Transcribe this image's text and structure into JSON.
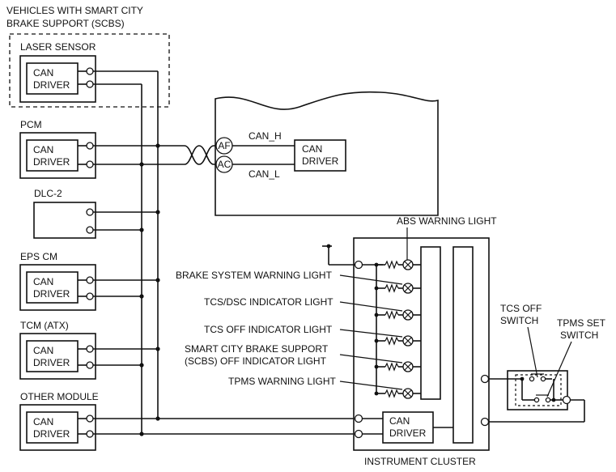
{
  "title": {
    "line1": "VEHICLES WITH SMART CITY",
    "line2": "BRAKE SUPPORT (SCBS)"
  },
  "modules": {
    "laser_sensor": {
      "title": "LASER SENSOR",
      "line1": "CAN",
      "line2": "DRIVER"
    },
    "pcm": {
      "title": "PCM",
      "line1": "CAN",
      "line2": "DRIVER"
    },
    "dlc2": {
      "title": "DLC-2"
    },
    "eps_cm": {
      "title": "EPS CM",
      "line1": "CAN",
      "line2": "DRIVER"
    },
    "tcm": {
      "title": "TCM (ATX)",
      "line1": "CAN",
      "line2": "DRIVER"
    },
    "other": {
      "title": "OTHER MODULE",
      "line1": "CAN",
      "line2": "DRIVER"
    }
  },
  "bus": {
    "can_h": "CAN_H",
    "can_l": "CAN_L",
    "af": "AF",
    "ac": "AC",
    "driver_line1": "CAN",
    "driver_line2": "DRIVER"
  },
  "cluster": {
    "label": "INSTRUMENT CLUSTER",
    "driver_line1": "CAN",
    "driver_line2": "DRIVER",
    "lights": [
      "ABS WARNING LIGHT",
      "BRAKE SYSTEM WARNING LIGHT",
      "TCS/DSC INDICATOR LIGHT",
      "TCS OFF INDICATOR LIGHT",
      "SMART CITY BRAKE SUPPORT",
      "(SCBS) OFF INDICATOR LIGHT",
      "TPMS WARNING LIGHT"
    ]
  },
  "switches": {
    "tcs_off": {
      "line1": "TCS OFF",
      "line2": "SWITCH"
    },
    "tpms_set": {
      "line1": "TPMS SET",
      "line2": "SWITCH"
    }
  }
}
